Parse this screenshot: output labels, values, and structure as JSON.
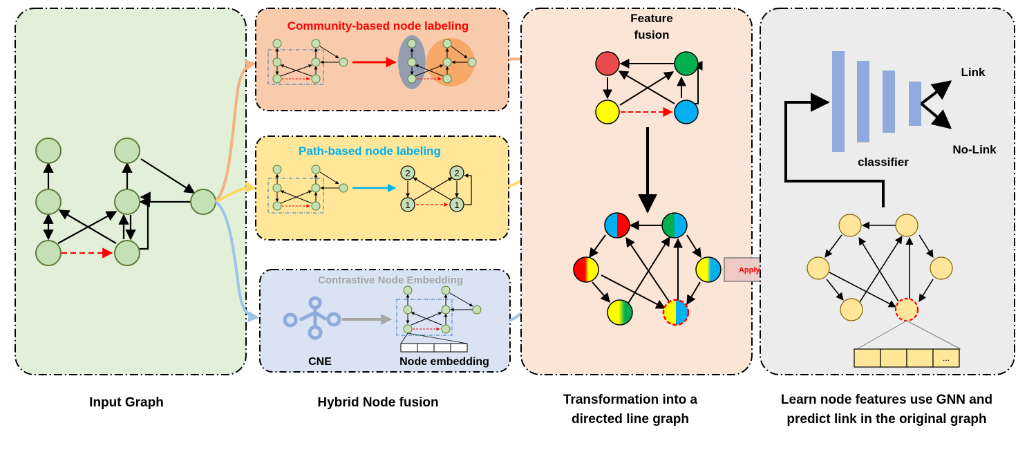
{
  "panels": {
    "input": {
      "caption": "Input Graph"
    },
    "hybrid": {
      "caption": "Hybrid Node fusion",
      "community_title": "Community-based node labeling",
      "path_title": "Path-based node labeling",
      "path_labels": [
        "2",
        "2",
        "1",
        "1"
      ],
      "cne_title": "Contrastive Node Embedding",
      "cne_label": "CNE",
      "embedding_label": "Node embedding"
    },
    "transform": {
      "caption_line1": "Transformation into a",
      "caption_line2": "directed line graph",
      "fusion_line1": "Feature",
      "fusion_line2": "fusion"
    },
    "learn": {
      "caption_line1": "Learn node features use GNN and",
      "caption_line2": "predict link in the original graph",
      "classifier": "classifier",
      "link": "Link",
      "nolink": "No-Link",
      "vector_ellipsis": "...",
      "apply_gcn": "Apply GCN"
    }
  },
  "colors": {
    "input_bg": "#e2efd9",
    "community_bg": "#f8cbad",
    "path_bg": "#ffe699",
    "cne_bg": "#dae3f3",
    "fusion_bg": "#fbe5d6",
    "gnn_bg": "#ececec",
    "node_green": "#c5e0b4",
    "node_yellow": "#ffe699",
    "community_title": "#ff0000",
    "path_title": "#00b0f0",
    "cne_title": "#a6a6a6",
    "classifier_bar": "#8faadc"
  }
}
